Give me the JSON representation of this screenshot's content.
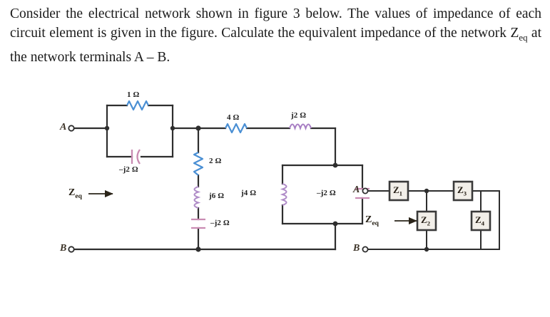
{
  "problem": {
    "line_prefix": "Consider the electrical network shown in figure 3 below.  The values of impedance of each circuit element is given in the figure.  Calculate the equivalent impedance of the network ",
    "zeq_symbol": "Z",
    "zeq_sub": "eq",
    "line_suffix": " at the network terminals A – B."
  },
  "figure": {
    "left_circuit": {
      "terminal_a": "A",
      "terminal_b": "B",
      "zeq_label": "Z",
      "zeq_sub": "eq",
      "components": [
        {
          "name": "top-resistor",
          "value": "1 Ω",
          "kind": "resistor",
          "color": "#4a8fd4"
        },
        {
          "name": "bottom-capacitor",
          "value": "–j2 Ω",
          "kind": "capacitor",
          "color": "#cc8fb4"
        },
        {
          "name": "series-resistor-4",
          "value": "4 Ω",
          "kind": "resistor",
          "color": "#4a8fd4"
        },
        {
          "name": "series-inductor-j2",
          "value": "j2 Ω",
          "kind": "inductor",
          "color": "#9a7bc0"
        },
        {
          "name": "shunt-resistor-2",
          "value": "2 Ω",
          "kind": "resistor",
          "color": "#4a8fd4"
        },
        {
          "name": "shunt-inductor-j6",
          "value": "j6 Ω",
          "kind": "inductor",
          "color": "#b08cc8"
        },
        {
          "name": "shunt-capacitor-j2",
          "value": "–j2 Ω",
          "kind": "capacitor",
          "color": "#cc8fb4"
        },
        {
          "name": "loop-inductor-j4",
          "value": "j4 Ω",
          "kind": "inductor",
          "color": "#b08cc8"
        },
        {
          "name": "loop-capacitor-j2",
          "value": "–j2 Ω",
          "kind": "capacitor",
          "color": "#cc8fb4"
        }
      ]
    },
    "right_circuit": {
      "terminal_a": "A",
      "terminal_b": "B",
      "zeq_label": "Z",
      "zeq_sub": "eq",
      "boxes": [
        {
          "name": "z1",
          "label": "Z",
          "sub": "1"
        },
        {
          "name": "z2",
          "label": "Z",
          "sub": "2"
        },
        {
          "name": "z3",
          "label": "Z",
          "sub": "3"
        },
        {
          "name": "z4",
          "label": "Z",
          "sub": "4"
        }
      ]
    }
  },
  "colors": {
    "wire": "#2e2e2e",
    "resistor": "#4a8fd4",
    "inductor": "#a87fc4",
    "capacitor": "#c98bb2",
    "text": "#1a1a1a"
  }
}
